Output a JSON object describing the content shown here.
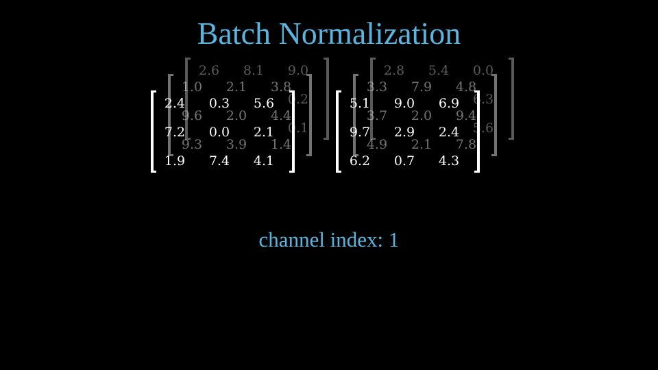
{
  "title": "Batch Normalization",
  "caption": "channel index: 1",
  "colors": {
    "accent": "#5ab4de",
    "background": "#000000",
    "text": "#ffffff"
  },
  "batches": [
    {
      "channels": [
        {
          "rows": [
            [
              "2.6",
              "8.1",
              "9.0"
            ],
            [
              "",
              "",
              "0.2"
            ],
            [
              "",
              "",
              "0.1"
            ]
          ]
        },
        {
          "rows": [
            [
              "1.0",
              "2.1",
              "3.8"
            ],
            [
              "9.6",
              "2.0",
              "4.4"
            ],
            [
              "9.3",
              "3.9",
              "1.4"
            ]
          ]
        },
        {
          "rows": [
            [
              "2.4",
              "0.3",
              "5.6"
            ],
            [
              "7.2",
              "0.0",
              "2.1"
            ],
            [
              "1.9",
              "7.4",
              "4.1"
            ]
          ]
        }
      ]
    },
    {
      "channels": [
        {
          "rows": [
            [
              "2.8",
              "5.4",
              "0.0"
            ],
            [
              "",
              "",
              "6.3"
            ],
            [
              "",
              "",
              "5.6"
            ]
          ]
        },
        {
          "rows": [
            [
              "3.3",
              "7.9",
              "4.8"
            ],
            [
              "3.7",
              "2.0",
              "9.4"
            ],
            [
              "4.9",
              "2.1",
              "7.8"
            ]
          ]
        },
        {
          "rows": [
            [
              "5.1",
              "9.0",
              "6.9"
            ],
            [
              "9.7",
              "2.9",
              "2.4"
            ],
            [
              "6.2",
              "0.7",
              "4.3"
            ]
          ]
        }
      ]
    }
  ]
}
